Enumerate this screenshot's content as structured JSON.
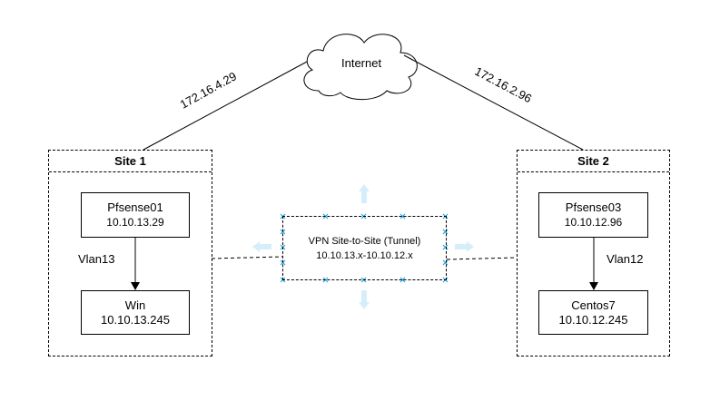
{
  "internet": {
    "label": "Internet"
  },
  "links": {
    "site1_ip": "172.16.4.29",
    "site2_ip": "172.16.2.96"
  },
  "site1": {
    "title": "Site 1",
    "router": {
      "name": "Pfsense01",
      "ip": "10.10.13.29"
    },
    "vlan": "Vlan13",
    "host": {
      "name": "Win",
      "ip": "10.10.13.245"
    }
  },
  "site2": {
    "title": "Site 2",
    "router": {
      "name": "Pfsense03",
      "ip": "10.10.12.96"
    },
    "vlan": "Vlan12",
    "host": {
      "name": "Centos7",
      "ip": "10.10.12.245"
    }
  },
  "tunnel": {
    "title": "VPN Site-to-Site (Tunnel)",
    "range": "10.10.13.x-10.10.12.x"
  },
  "colors": {
    "selection_handle": "#29a3e0",
    "connection_arrow": "#d6eef9"
  }
}
